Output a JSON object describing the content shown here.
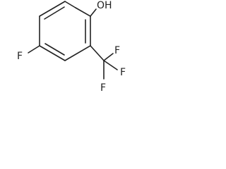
{
  "molecule": {
    "atoms": {
      "hydroxyl": "OH",
      "fluoro_ring": "F",
      "cf3_f_top": "F",
      "cf3_f_right": "F",
      "cf3_f_bottom": "F"
    }
  }
}
